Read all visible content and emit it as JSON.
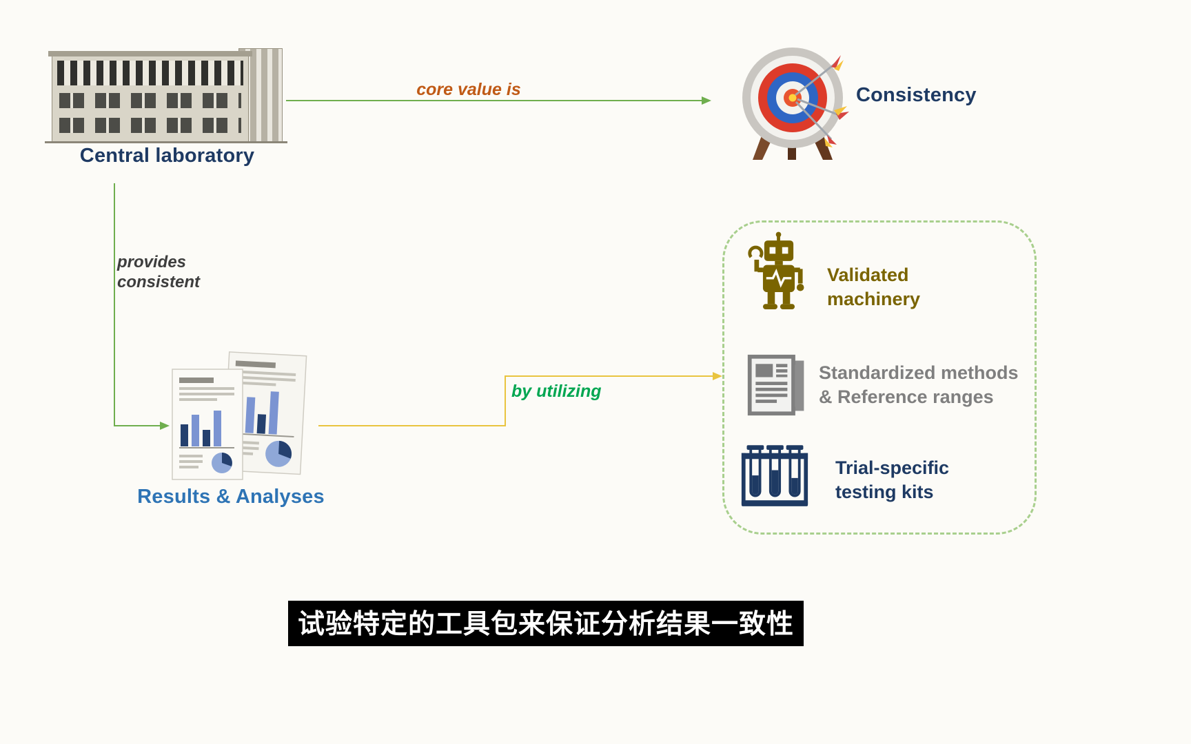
{
  "colors": {
    "background": "#fcfbf7",
    "navy_text": "#1e3a63",
    "results_blue": "#2e74b5",
    "orange_label": "#c05a16",
    "green_arrow": "#6fae4e",
    "green_label": "#00a651",
    "yellow_arrow": "#e9c43f",
    "olive_text": "#7a6400",
    "gray_text": "#7f7f7f",
    "toolbox_border": "#a8cf8d",
    "subtitle_bg": "#000000",
    "subtitle_fg": "#ffffff"
  },
  "nodes": {
    "central_lab": {
      "label": "Central laboratory",
      "icon": "building-icon"
    },
    "consistency": {
      "label": "Consistency",
      "icon": "dartboard-target-icon"
    },
    "results": {
      "label": "Results & Analyses",
      "icon": "report-documents-icon"
    }
  },
  "edges": {
    "core_value": {
      "label": "core value is"
    },
    "provides": {
      "label": "provides\nconsistent"
    },
    "by_utilizing": {
      "label": "by utilizing"
    }
  },
  "toolbox": {
    "items": [
      {
        "id": "validated-machinery",
        "icon": "robot-icon",
        "label": "Validated\nmachinery"
      },
      {
        "id": "standardized-methods",
        "icon": "newspaper-icon",
        "label": "Standardized methods\n& Reference ranges"
      },
      {
        "id": "trial-specific-kits",
        "icon": "test-tubes-icon",
        "label": "Trial-specific\ntesting kits"
      }
    ]
  },
  "subtitle": {
    "text": "试验特定的工具包来保证分析结果一致性"
  }
}
